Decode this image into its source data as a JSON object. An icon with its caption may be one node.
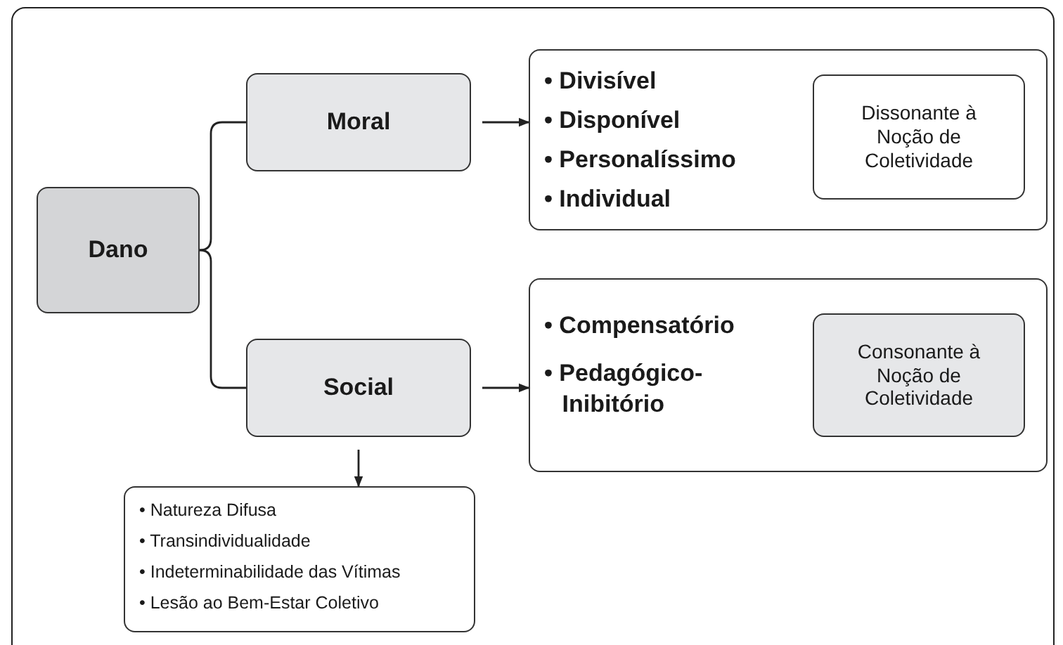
{
  "diagram": {
    "nodes": [
      {
        "text": [
          "Dano"
        ]
      },
      {
        "text": [
          "Moral"
        ]
      },
      {
        "text": [
          "Social"
        ]
      },
      {
        "text": [
          "• Divisível",
          "• Disponível",
          "• Personalíssimo",
          "• Individual"
        ]
      },
      {
        "text": [
          "Dissonante à Noção de Coletividade"
        ],
        "in": 3
      },
      {
        "text": [
          "• Compensatório",
          "• Pedagógico-Inibitório"
        ]
      },
      {
        "text": [
          "Consonante à Noção de Coletividade"
        ],
        "in": 5
      },
      {
        "text": [
          "• Natureza Difusa",
          "• Transindividualidade",
          "• Indeterminabilidade das Vítimas",
          "• Lesão ao Bem-Estar Coletivo"
        ]
      }
    ],
    "edges": [
      {
        "from": 0,
        "to": 1,
        "arrow": "none"
      },
      {
        "from": 0,
        "to": 2,
        "arrow": "none"
      },
      {
        "from": 1,
        "to": 3,
        "arrow": "to"
      },
      {
        "from": 2,
        "to": 5,
        "arrow": "to"
      },
      {
        "from": 2,
        "to": 7,
        "arrow": "to"
      }
    ]
  }
}
